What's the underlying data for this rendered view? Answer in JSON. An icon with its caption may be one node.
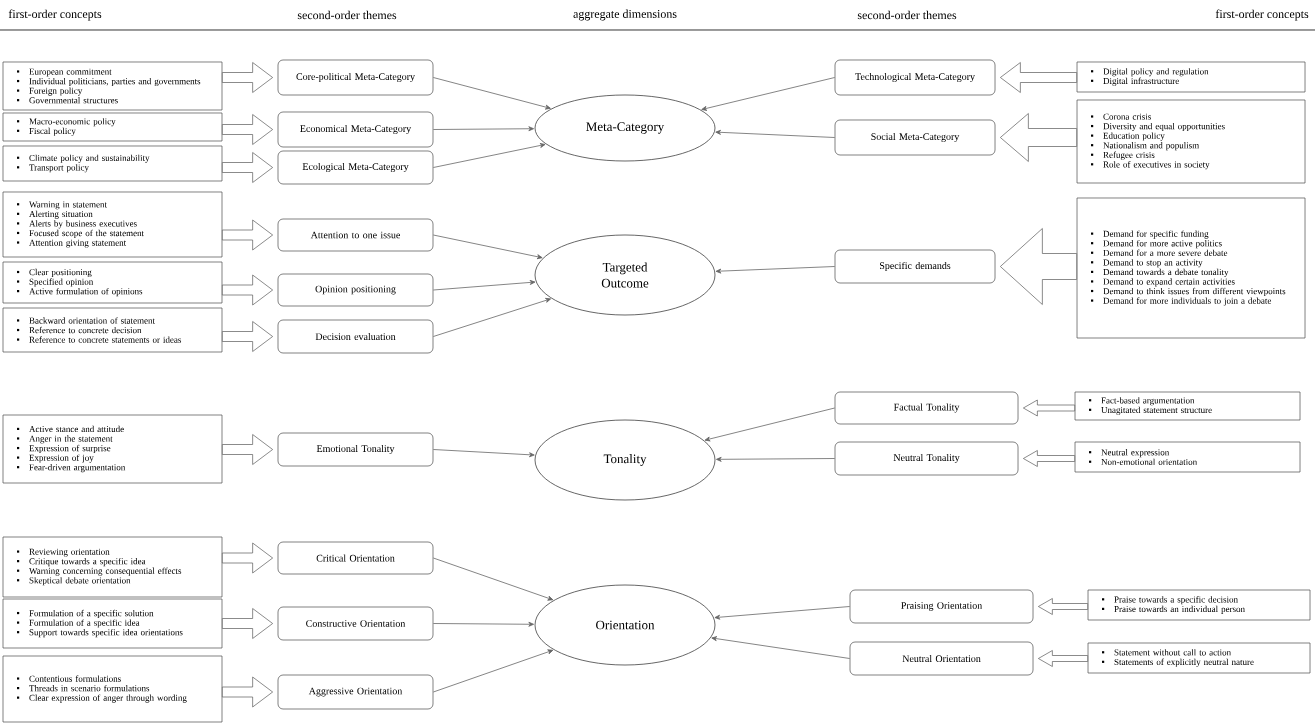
{
  "diagram": {
    "nodes": [
      {
        "text": [
          "European commitment",
          "Individual politicians, parties and governments",
          "Foreign policy",
          "Governmental structures"
        ]
      },
      {
        "text": [
          "Macro-economic policy",
          "Fiscal policy"
        ]
      },
      {
        "text": [
          "Climate policy and sustainability",
          "Transport policy"
        ]
      },
      {
        "text": [
          "Warning in statement",
          "Alerting situation",
          "Alerts by business executives",
          "Focused scope of the statement",
          "Attention giving statement"
        ]
      },
      {
        "text": [
          "Clear positioning",
          "Specified opinion",
          "Active formulation of opinions"
        ]
      },
      {
        "text": [
          "Backward orientation of statement",
          "Reference to concrete decision",
          "Reference to concrete statements or ideas"
        ]
      },
      {
        "text": [
          "Active stance and attitude",
          "Anger in the statement",
          "Expression of surprise",
          "Expression of joy",
          "Fear-driven argumentation"
        ]
      },
      {
        "text": [
          "Reviewing orientation",
          "Critique towards a specific idea",
          "Warning concerning consequential effects",
          "Skeptical debate orientation"
        ]
      },
      {
        "text": [
          "Formulation of a specific solution",
          "Formulation of a specific idea",
          "Support towards specific idea orientations"
        ]
      },
      {
        "text": [
          "Contentious formulations",
          "Threads in scenario formulations",
          "Clear expression of anger through wording"
        ]
      },
      {
        "text": [
          "Core-political Meta-Category"
        ]
      },
      {
        "text": [
          "Economical Meta-Category"
        ]
      },
      {
        "text": [
          "Ecological Meta-Category"
        ]
      },
      {
        "text": [
          "Attention to one issue"
        ]
      },
      {
        "text": [
          "Opinion positioning"
        ]
      },
      {
        "text": [
          "Decision evaluation"
        ]
      },
      {
        "text": [
          "Emotional Tonality"
        ]
      },
      {
        "text": [
          "Critical Orientation"
        ]
      },
      {
        "text": [
          "Constructive Orientation"
        ]
      },
      {
        "text": [
          "Aggressive Orientation"
        ]
      },
      {
        "text": [
          "Meta-Category"
        ]
      },
      {
        "text": [
          "Targeted Outcome"
        ]
      },
      {
        "text": [
          "Tonality"
        ]
      },
      {
        "text": [
          "Orientation"
        ]
      },
      {
        "text": [
          "Technological Meta-Category"
        ]
      },
      {
        "text": [
          "Social Meta-Category"
        ]
      },
      {
        "text": [
          "Specific demands"
        ]
      },
      {
        "text": [
          "Factual Tonality"
        ]
      },
      {
        "text": [
          "Neutral Tonality"
        ]
      },
      {
        "text": [
          "Praising Orientation"
        ]
      },
      {
        "text": [
          "Neutral Orientation"
        ]
      },
      {
        "text": [
          "Digital policy and regulation",
          "Digital infrastructure"
        ]
      },
      {
        "text": [
          "Corona crisis",
          "Diversity and equal opportunities",
          "Education policy",
          "Nationalism and populism",
          "Refugee crisis",
          "Role of executives in society"
        ]
      },
      {
        "text": [
          "Demand for specific funding",
          "Demand for more active politics",
          "Demand for a more severe debate",
          "Demand to stop an activity",
          "Demand towards a debate tonality",
          "Demand to expand certain activities",
          "Demand to think issues from different viewpoints",
          "Demand for more individuals to join a debate"
        ]
      },
      {
        "text": [
          "Fact-based argumentation",
          "Unagitated statement structure"
        ]
      },
      {
        "text": [
          "Neutral expression",
          "Non-emotional orientation"
        ]
      },
      {
        "text": [
          "Praise towards a specific decision",
          "Praise towards an individual person"
        ]
      },
      {
        "text": [
          "Statement without call to action",
          "Statements of explicitly neutral nature"
        ]
      }
    ],
    "edges": [
      {
        "from": 0,
        "to": 10,
        "arrow": "to",
        "style": "thick"
      },
      {
        "from": 1,
        "to": 11,
        "arrow": "to",
        "style": "thick"
      },
      {
        "from": 2,
        "to": 12,
        "arrow": "to",
        "style": "thick"
      },
      {
        "from": 3,
        "to": 13,
        "arrow": "to",
        "style": "thick"
      },
      {
        "from": 4,
        "to": 14,
        "arrow": "to",
        "style": "thick"
      },
      {
        "from": 5,
        "to": 15,
        "arrow": "to",
        "style": "thick"
      },
      {
        "from": 6,
        "to": 16,
        "arrow": "to",
        "style": "thick"
      },
      {
        "from": 7,
        "to": 17,
        "arrow": "to",
        "style": "thick"
      },
      {
        "from": 8,
        "to": 18,
        "arrow": "to",
        "style": "thick"
      },
      {
        "from": 9,
        "to": 19,
        "arrow": "to",
        "style": "thick"
      },
      {
        "from": 10,
        "to": 20,
        "arrow": "to"
      },
      {
        "from": 11,
        "to": 20,
        "arrow": "to"
      },
      {
        "from": 12,
        "to": 20,
        "arrow": "to"
      },
      {
        "from": 13,
        "to": 21,
        "arrow": "to"
      },
      {
        "from": 14,
        "to": 21,
        "arrow": "to"
      },
      {
        "from": 15,
        "to": 21,
        "arrow": "to"
      },
      {
        "from": 16,
        "to": 22,
        "arrow": "to"
      },
      {
        "from": 17,
        "to": 23,
        "arrow": "to"
      },
      {
        "from": 18,
        "to": 23,
        "arrow": "to"
      },
      {
        "from": 19,
        "to": 23,
        "arrow": "to"
      },
      {
        "from": 24,
        "to": 20,
        "arrow": "to"
      },
      {
        "from": 25,
        "to": 20,
        "arrow": "to"
      },
      {
        "from": 26,
        "to": 21,
        "arrow": "to"
      },
      {
        "from": 27,
        "to": 22,
        "arrow": "to"
      },
      {
        "from": 28,
        "to": 22,
        "arrow": "to"
      },
      {
        "from": 29,
        "to": 23,
        "arrow": "to"
      },
      {
        "from": 30,
        "to": 23,
        "arrow": "to"
      },
      {
        "from": 31,
        "to": 24,
        "arrow": "to",
        "style": "thick"
      },
      {
        "from": 32,
        "to": 25,
        "arrow": "to",
        "style": "thick"
      },
      {
        "from": 33,
        "to": 26,
        "arrow": "to",
        "style": "thick"
      },
      {
        "from": 34,
        "to": 27,
        "arrow": "to",
        "style": "thick"
      },
      {
        "from": 35,
        "to": 28,
        "arrow": "to",
        "style": "thick"
      },
      {
        "from": 36,
        "to": 29,
        "arrow": "to",
        "style": "thick"
      },
      {
        "from": 37,
        "to": 30,
        "arrow": "to",
        "style": "thick"
      }
    ],
    "labels": [
      "first-order concepts",
      "second-order themes",
      "aggregate dimensions",
      "second-order themes",
      "first-order concepts"
    ]
  }
}
